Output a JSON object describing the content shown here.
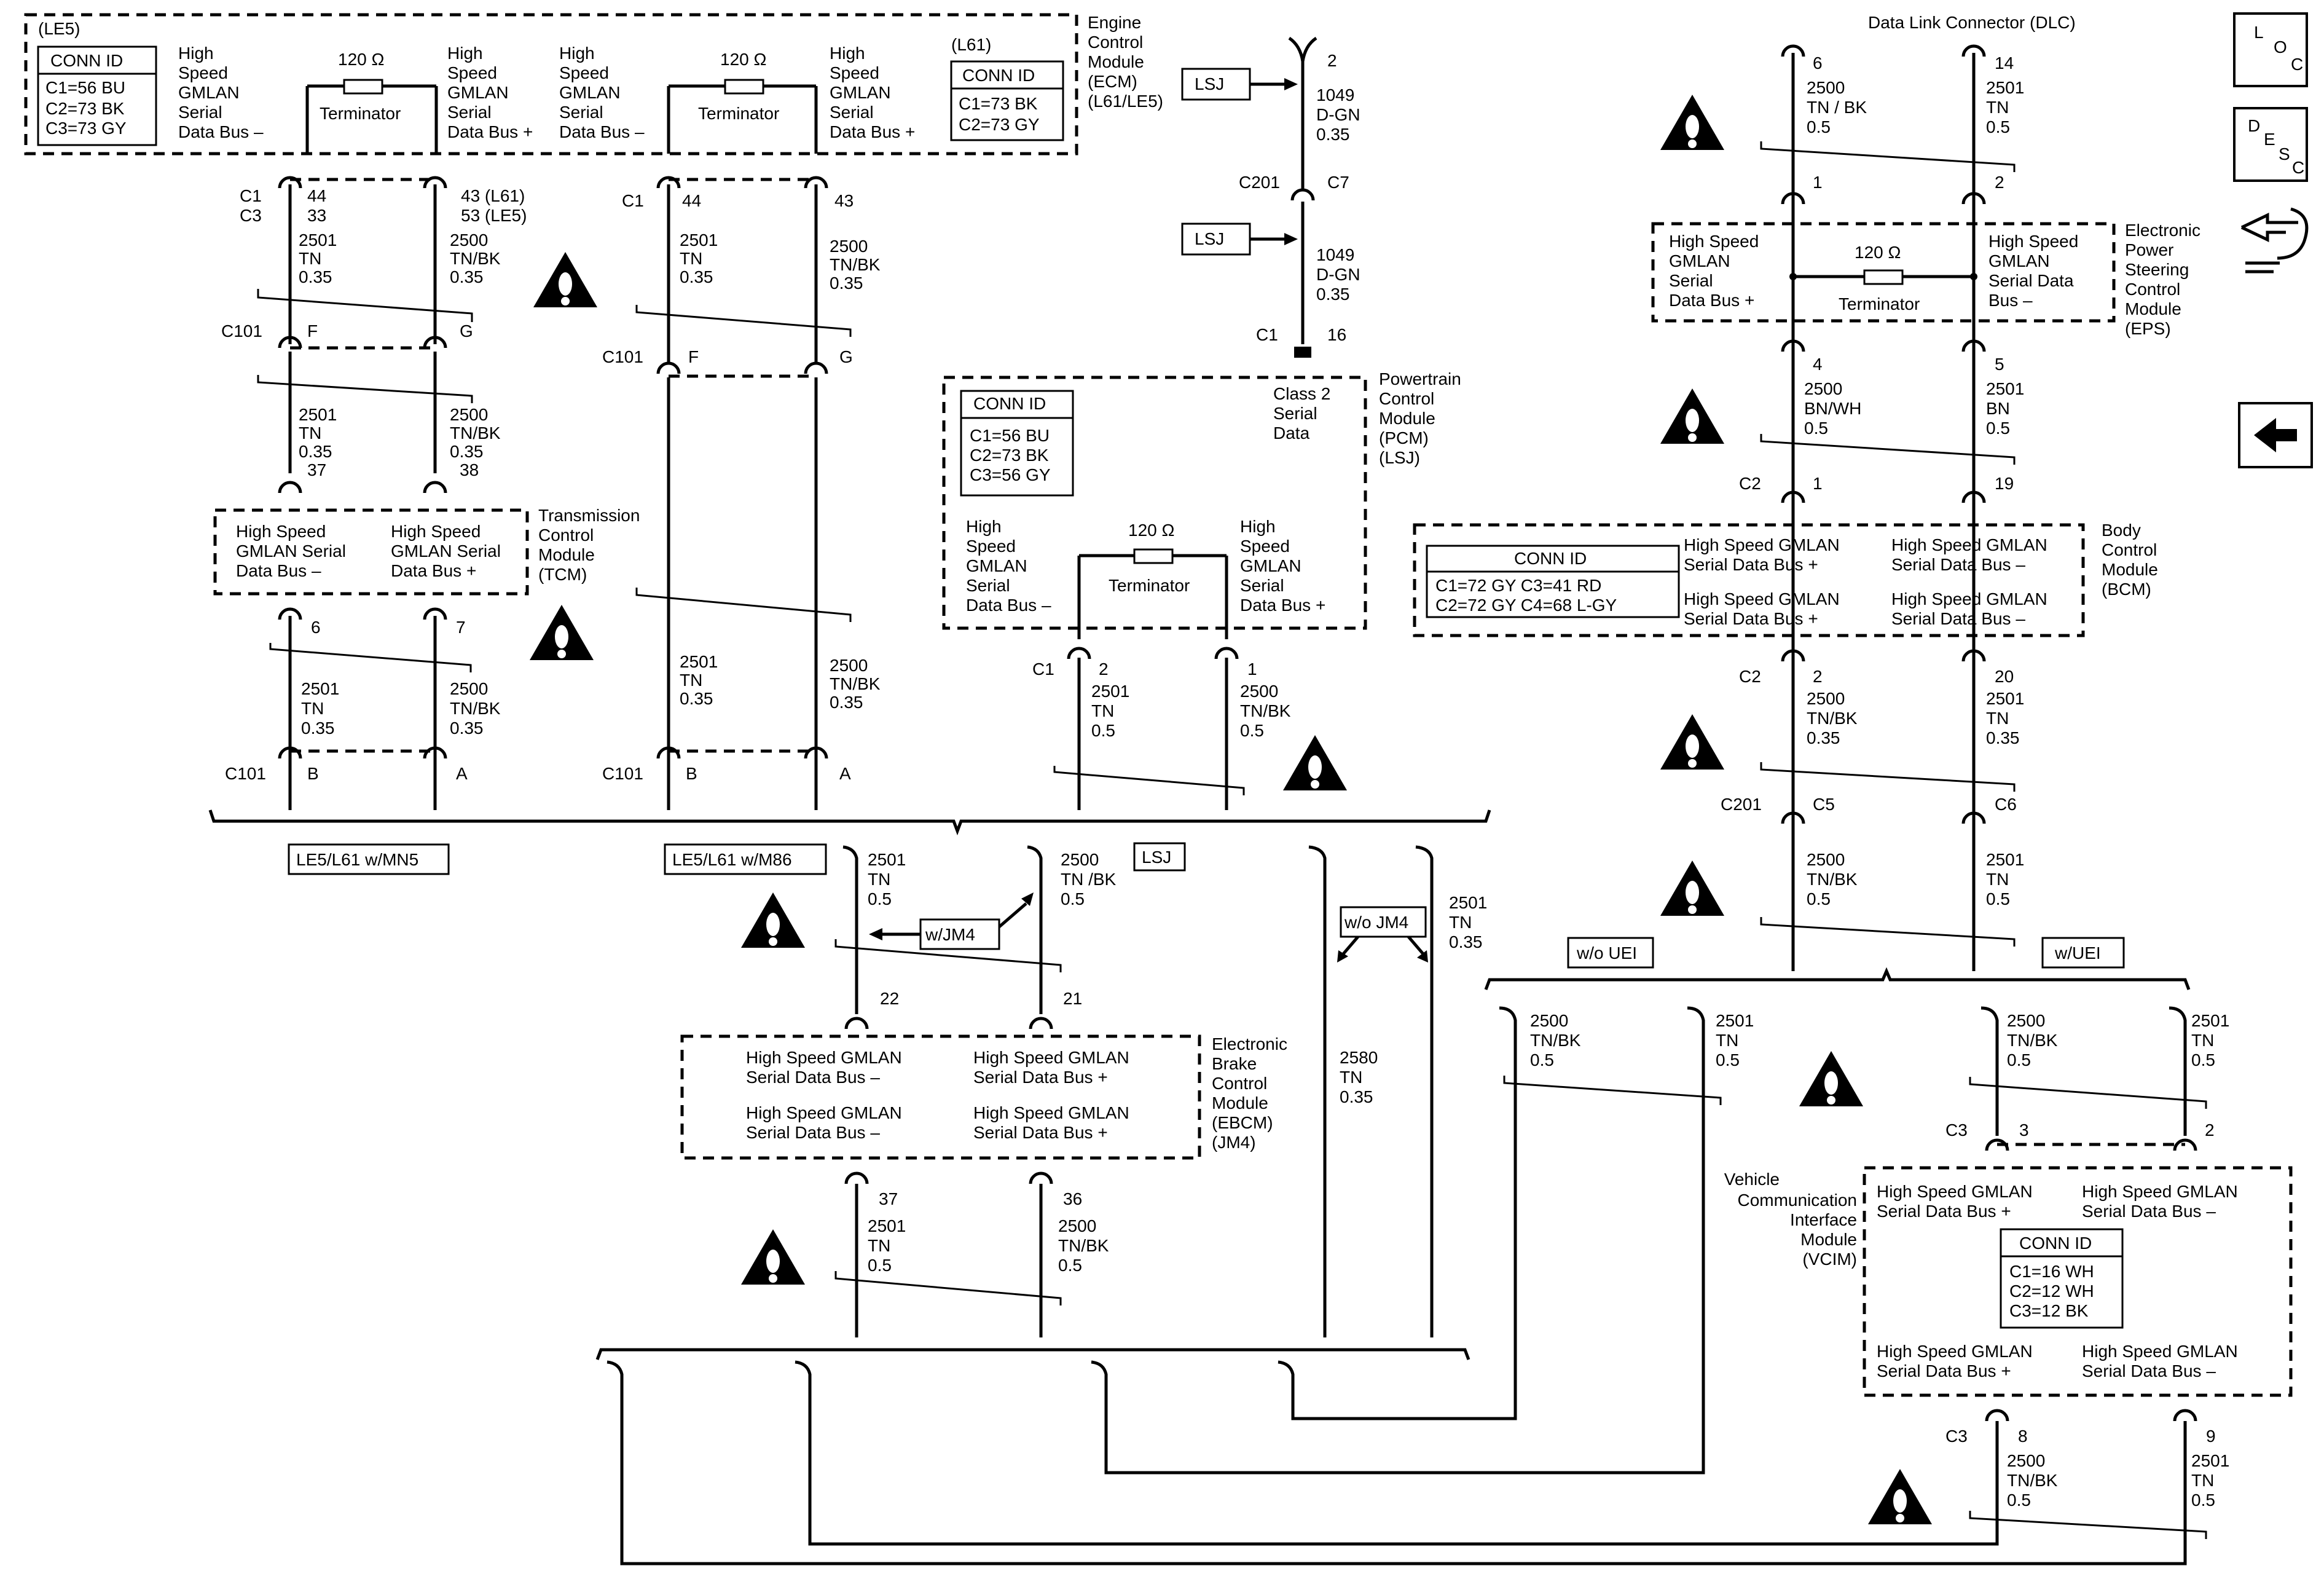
{
  "dlc_title": "Data Link Connector (DLC)",
  "nav": {
    "loc": [
      "L",
      "O",
      "C"
    ],
    "desc": [
      "D",
      "E",
      "S",
      "C"
    ]
  },
  "le5_tag": "(LE5)",
  "l61_tag": "(L61)",
  "conn_id": "CONN ID",
  "ecm_conn_le5": [
    "C1=56 BU",
    "C2=73 BK",
    "C3=73 GY"
  ],
  "ecm_conn_l61": [
    "C1=73 BK",
    "C2=73 GY"
  ],
  "hs_minus_4": [
    "High",
    "Speed",
    "GMLAN",
    "Serial",
    "Data Bus –"
  ],
  "hs_plus_4": [
    "High",
    "Speed",
    "GMLAN",
    "Serial",
    "Data Bus +"
  ],
  "term": "Terminator",
  "ohm": "120 Ω",
  "ecm_name": [
    "Engine",
    "Control",
    "Module",
    "(ECM)",
    "(L61/LE5)"
  ],
  "lsj": "LSJ",
  "pcm_name": [
    "Powertrain",
    "Control",
    "Module",
    "(PCM)",
    "(LSJ)"
  ],
  "class2": [
    "Class 2",
    "Serial",
    "Data"
  ],
  "pcm_conn": [
    "C1=56 BU",
    "C2=73 BK",
    "C3=56 GY"
  ],
  "tcm_name": [
    "Transmission",
    "Control",
    "Module",
    "(TCM)"
  ],
  "hs_gm_minus": [
    "High Speed",
    "GMLAN Serial",
    "Data Bus –"
  ],
  "hs_gm_plus": [
    "High Speed",
    "GMLAN Serial",
    "Data Bus +"
  ],
  "eps_name": [
    "Electronic",
    "Power",
    "Steering",
    "Control",
    "Module",
    "(EPS)"
  ],
  "eps_plus": [
    "High Speed",
    "GMLAN",
    "Serial",
    "Data Bus +"
  ],
  "eps_minus": [
    "High Speed",
    "GMLAN",
    "Serial Data",
    "Bus –"
  ],
  "bcm_name": [
    "Body",
    "Control",
    "Module",
    "(BCM)"
  ],
  "bcm_conn": [
    "C1=72 GY  C3=41 RD",
    "C2=72 GY  C4=68 L-GY"
  ],
  "gm_plus": [
    "High Speed GMLAN",
    "Serial Data Bus +"
  ],
  "gm_minus": [
    "High Speed GMLAN",
    "Serial Data Bus –"
  ],
  "ebcm_name": [
    "Electronic",
    "Brake",
    "Control",
    "Module",
    "(EBCM)",
    "(JM4)"
  ],
  "vcim_name": [
    "Vehicle",
    "Communication",
    "Interface",
    "Module",
    "(VCIM)"
  ],
  "vcim_conn": [
    "C1=16 WH",
    "C2=12 WH",
    "C3=12 BK"
  ],
  "opt": {
    "mn5": "LE5/L61 w/MN5",
    "m86": "LE5/L61 w/M86",
    "jm4": "w/JM4",
    "wo_jm4": "w/o JM4",
    "wo_uei": "w/o UEI",
    "uei": "w/UEI"
  },
  "conn": {
    "c1": "C1",
    "c3": "C3",
    "c101": "C101",
    "c201": "C201",
    "c7": "C7",
    "c2": "C2",
    "c5": "C5",
    "c6": "C6",
    "p44": "44",
    "p33": "33",
    "p43l": "43 (L61)",
    "p53": "53 (LE5)",
    "f": "F",
    "g": "G",
    "p37": "37",
    "p38": "38",
    "p6": "6",
    "p7": "7",
    "b": "B",
    "a": "A",
    "p43": "43",
    "p2": "2",
    "p16": "16",
    "p1": "1",
    "p14": "14",
    "p4": "4",
    "p5": "5",
    "p19": "19",
    "p20": "20",
    "p22": "22",
    "p21": "21",
    "p36": "36",
    "p3": "3",
    "p8": "8",
    "p9": "9"
  },
  "w": {
    "tn35": [
      "2501",
      "TN",
      "0.35"
    ],
    "tnbk35": [
      "2500",
      "TN/BK",
      "0.35"
    ],
    "tn5": [
      "2501",
      "TN",
      "0.5"
    ],
    "tnbk5": [
      "2500",
      "TN/BK",
      "0.5"
    ],
    "dgn": [
      "1049",
      "D-GN",
      "0.35"
    ],
    "dlc_tnbk": [
      "2500",
      "TN / BK",
      "0.5"
    ],
    "bnwh": [
      "2500",
      "BN/WH",
      "0.5"
    ],
    "bn": [
      "2501",
      "BN",
      "0.5"
    ],
    "tnbk5b": [
      "2500",
      "TN /BK",
      "0.5"
    ],
    "n2580": [
      "2580",
      "TN",
      "0.35"
    ]
  }
}
